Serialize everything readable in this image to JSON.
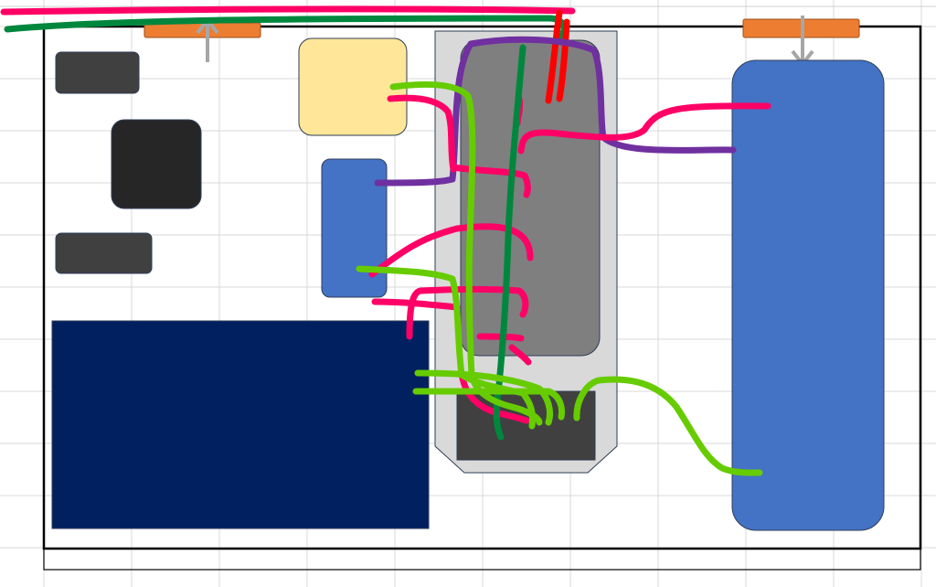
{
  "sheet": {
    "grid_color": "#d9d9d9",
    "background": "#ffffff"
  },
  "palette": {
    "outline": "#000000",
    "orange_tab": "#ed7d31",
    "arrow_gray": "#a6a6a6",
    "dark_gray": "#404040",
    "near_black": "#262626",
    "pale_yellow": "#ffe699",
    "medium_blue": "#4472c4",
    "navy": "#002060",
    "light_gray": "#d9d9d9",
    "mid_gray": "#7f7f7f",
    "wire_pink": "#ff0066",
    "wire_red": "#ff0000",
    "wire_green": "#00873e",
    "wire_lime": "#66cc00",
    "wire_purple": "#7030a0"
  },
  "components": [
    {
      "name": "orange-tab-left",
      "kind": "tab",
      "color": "orange_tab"
    },
    {
      "name": "orange-tab-right",
      "kind": "tab",
      "color": "orange_tab"
    },
    {
      "name": "arrow-up-left",
      "kind": "arrow",
      "direction": "up",
      "color": "arrow_gray"
    },
    {
      "name": "arrow-down-right",
      "kind": "arrow",
      "direction": "down",
      "color": "arrow_gray"
    },
    {
      "name": "dark-block-top",
      "kind": "block",
      "color": "dark_gray"
    },
    {
      "name": "black-square-block",
      "kind": "block",
      "color": "near_black"
    },
    {
      "name": "dark-block-bottom",
      "kind": "block",
      "color": "dark_gray"
    },
    {
      "name": "yellow-block",
      "kind": "block",
      "color": "pale_yellow"
    },
    {
      "name": "small-blue-block",
      "kind": "block",
      "color": "medium_blue"
    },
    {
      "name": "navy-panel",
      "kind": "block",
      "color": "navy"
    },
    {
      "name": "center-housing",
      "kind": "housing",
      "color": "light_gray"
    },
    {
      "name": "center-gray-block",
      "kind": "block",
      "color": "mid_gray"
    },
    {
      "name": "center-dark-connector",
      "kind": "block",
      "color": "dark_gray"
    },
    {
      "name": "tall-blue-block",
      "kind": "block",
      "color": "medium_blue"
    }
  ],
  "wires": [
    {
      "name": "wire-top-pink",
      "color": "wire_pink"
    },
    {
      "name": "wire-top-green",
      "color": "wire_green"
    },
    {
      "name": "wire-red-vertical",
      "color": "wire_red"
    },
    {
      "name": "wire-purple-loop",
      "color": "wire_purple"
    },
    {
      "name": "wire-pink-right",
      "color": "wire_pink"
    },
    {
      "name": "wire-pink-yellow",
      "color": "wire_pink"
    },
    {
      "name": "wire-pink-mid-1",
      "color": "wire_pink"
    },
    {
      "name": "wire-pink-mid-2",
      "color": "wire_pink"
    },
    {
      "name": "wire-pink-mid-3",
      "color": "wire_pink"
    },
    {
      "name": "wire-pink-low",
      "color": "wire_pink"
    },
    {
      "name": "wire-green-center",
      "color": "wire_green"
    },
    {
      "name": "wire-lime-yellow",
      "color": "wire_lime"
    },
    {
      "name": "wire-lime-blue",
      "color": "wire_lime"
    },
    {
      "name": "wire-lime-low-1",
      "color": "wire_lime"
    },
    {
      "name": "wire-lime-low-2",
      "color": "wire_lime"
    },
    {
      "name": "wire-lime-right",
      "color": "wire_lime"
    }
  ]
}
